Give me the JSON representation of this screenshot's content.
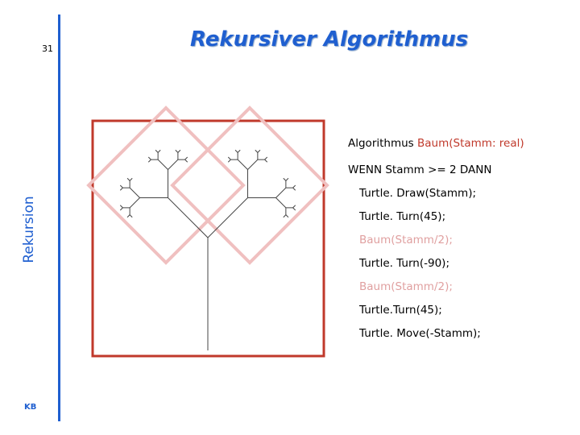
{
  "slide": {
    "number": "31",
    "title": "Rekursiver Algorithmus",
    "sidebar_label": "Rekursion",
    "author": "KB"
  },
  "code": {
    "line1_prefix": "Algorithmus ",
    "line1_name": "Baum(Stamm: real)",
    "line2": "WENN Stamm >= 2 DANN",
    "line3": "Turtle. Draw(Stamm);",
    "line4": "Turtle. Turn(45);",
    "line5": "Baum(Stamm/2);",
    "line6": "Turtle. Turn(-90);",
    "line7": "Baum(Stamm/2);",
    "line8": "Turtle.Turn(45);",
    "line9": "Turtle. Move(-Stamm);"
  },
  "colors": {
    "accent": "#1f5fd0",
    "frame_red": "#c0392b",
    "frame_pink": "#f0c0c0",
    "recursion_text": "#c0392b",
    "recursion_faded": "#e0a0a0"
  }
}
